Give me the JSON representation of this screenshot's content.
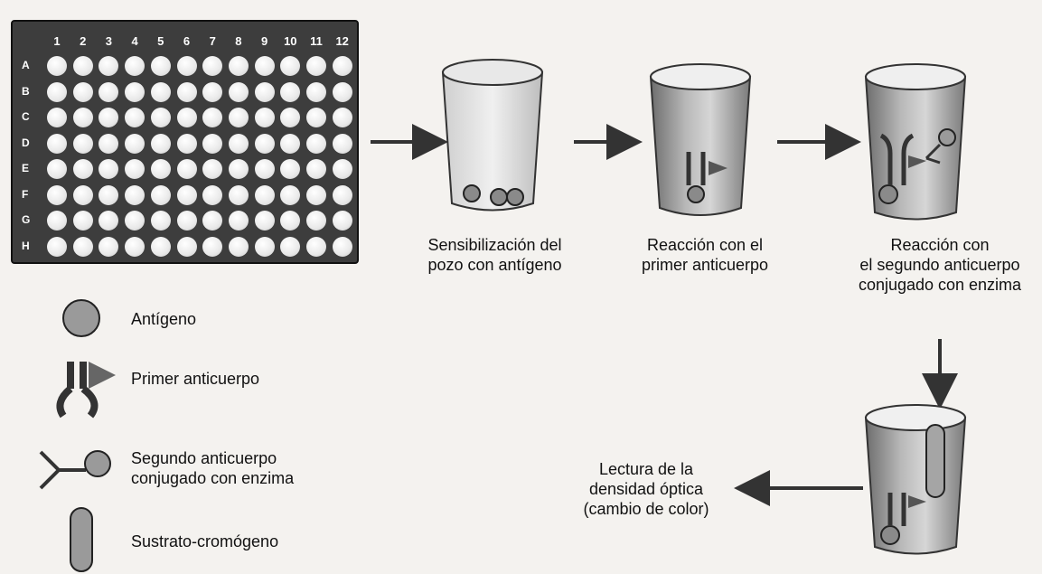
{
  "plate": {
    "columns": [
      "1",
      "2",
      "3",
      "4",
      "5",
      "6",
      "7",
      "8",
      "9",
      "10",
      "11",
      "12"
    ],
    "rows": [
      "A",
      "B",
      "C",
      "D",
      "E",
      "F",
      "G",
      "H"
    ]
  },
  "steps": {
    "step1": [
      "Sensibilización del",
      "pozo con antígeno"
    ],
    "step2": [
      "Reacción con el",
      "primer anticuerpo"
    ],
    "step3": [
      "Reacción con",
      "el segundo anticuerpo",
      "conjugado con enzima"
    ],
    "step4": [
      "Lectura de la",
      "densidad óptica",
      "(cambio de color)"
    ]
  },
  "legend": {
    "antigen": "Antígeno",
    "first_antibody": "Primer anticuerpo",
    "second_antibody": [
      "Segundo anticuerpo",
      "conjugado con enzima"
    ],
    "substrate": "Sustrato-cromógeno"
  },
  "colors": {
    "plate": "#3d3d3d",
    "well": "#ffffff",
    "tube_fill": "#9a9a9a",
    "ink": "#222222"
  }
}
